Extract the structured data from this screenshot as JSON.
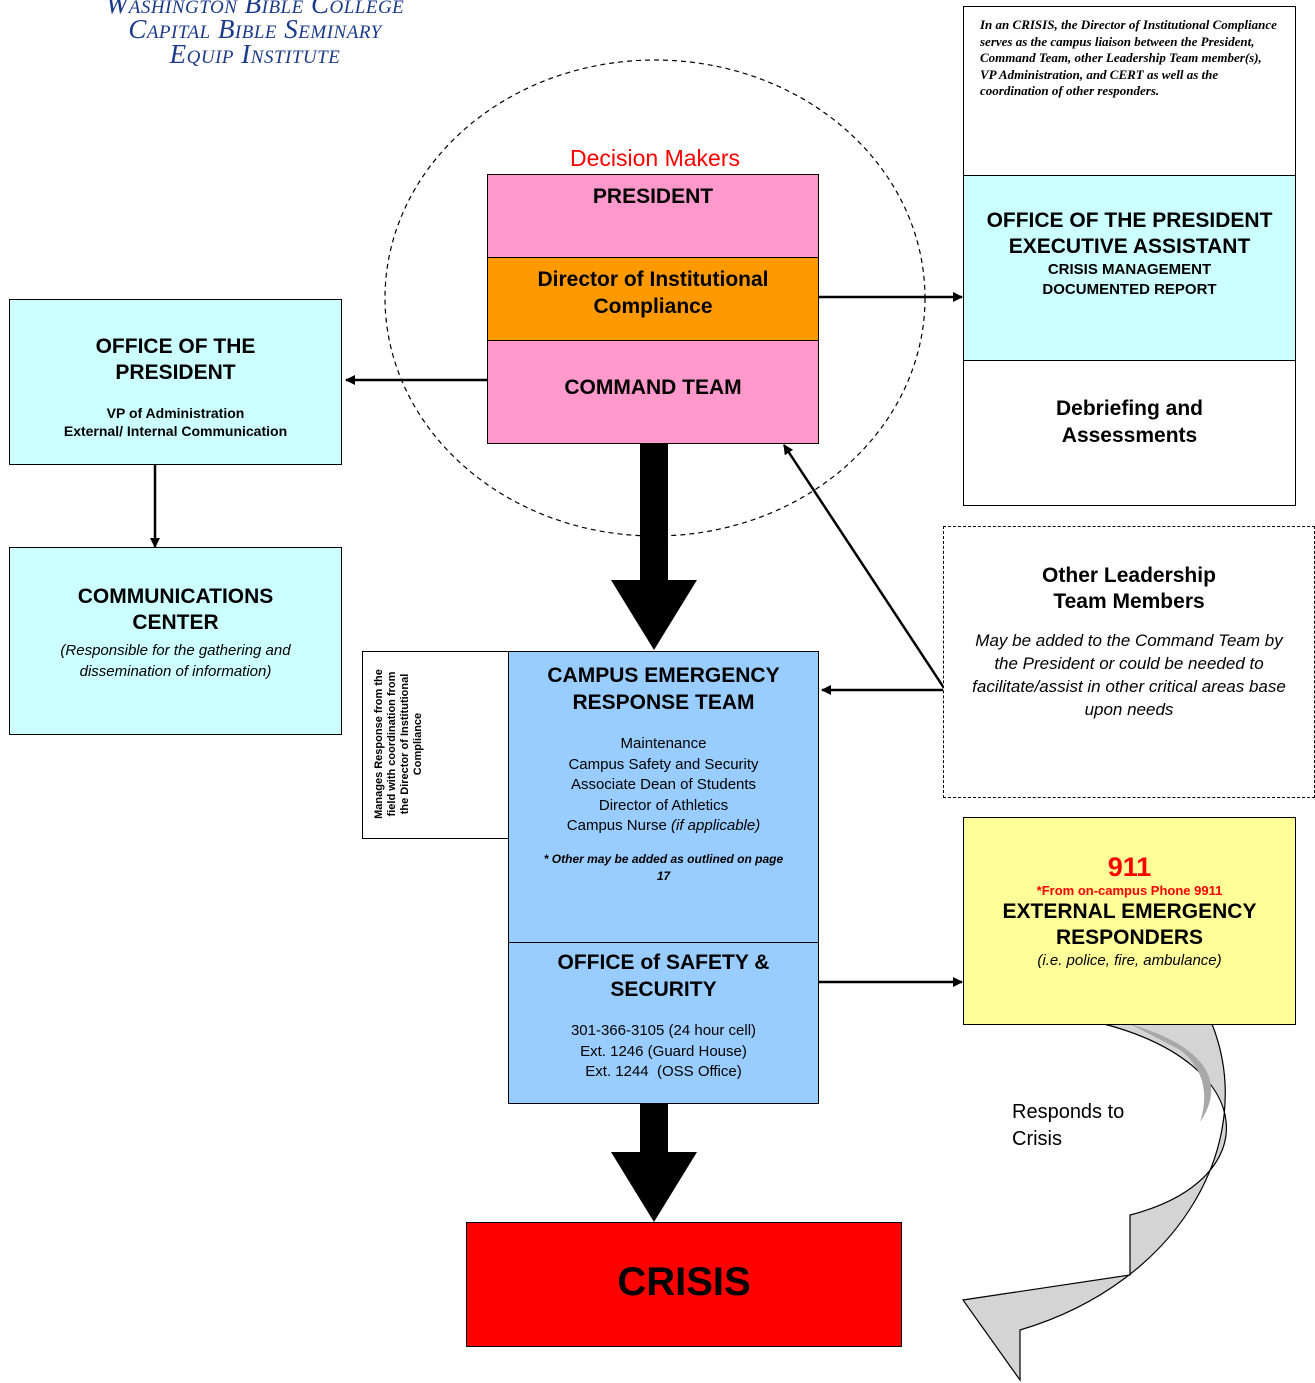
{
  "logo": {
    "line1": "Washington Bible College",
    "line2": "Capital Bible Seminary",
    "line3": "Equip Institute"
  },
  "decision_makers": {
    "label": "Decision Makers"
  },
  "president": {
    "label": "PRESIDENT"
  },
  "director": {
    "label": "Director of Institutional Compliance"
  },
  "command_team": {
    "label": "COMMAND TEAM"
  },
  "crisis_note": {
    "text": "In an CRISIS, the Director of Institutional Compliance serves as the campus liaison between the President, Command Team, other Leadership Team member(s), VP Administration, and CERT as well as the coordination of other responders."
  },
  "exec_assistant": {
    "title": "OFFICE OF THE PRESIDENT EXECUTIVE ASSISTANT",
    "subtitle": "CRISIS MANAGEMENT DOCUMENTED REPORT"
  },
  "debriefing": {
    "label": "Debriefing and Assessments"
  },
  "office_president": {
    "title": "OFFICE OF THE PRESIDENT",
    "line1": "VP of Administration",
    "line2": "External/ Internal Communication"
  },
  "comm_center": {
    "title": "COMMUNICATIONS CENTER",
    "desc": "(Responsible for the gathering and dissemination of information)"
  },
  "other_leadership": {
    "title": "Other Leadership Team Members",
    "desc": "May be added to the Command Team by the President or could be needed to facilitate/assist in other critical areas base upon needs"
  },
  "manages_note": {
    "text": "Manages Response from the field with coordination from the Director of Institutional Compliance"
  },
  "cert": {
    "title": "CAMPUS EMERGENCY RESPONSE TEAM",
    "members": [
      "Maintenance",
      "Campus Safety and Security",
      "Associate Dean of Students",
      "Director of Athletics"
    ],
    "nurse": "Campus Nurse",
    "nurse_note": "(if applicable)",
    "footnote": "* Other may be added as outlined on page 17"
  },
  "oss": {
    "title": "OFFICE of SAFETY & SECURITY",
    "phones": [
      "301-366-3105 (24 hour cell)",
      "Ext. 1246 (Guard House)",
      "Ext. 1244  (OSS Office)"
    ]
  },
  "external": {
    "number": "911",
    "phone_note": "*From on-campus Phone 9911",
    "title": "EXTERNAL EMERGENCY RESPONDERS",
    "examples": "(i.e. police, fire, ambulance)"
  },
  "responds": {
    "label": "Responds to Crisis"
  },
  "crisis": {
    "label": "CRISIS"
  },
  "colors": {
    "pink": "#ff99cc",
    "orange": "#ff9900",
    "cyan": "#ccffff",
    "blue": "#99ccff",
    "yellow": "#ffff99",
    "red": "#ff0000",
    "logo_blue": "#1b3a8a",
    "title_red": "#ff0000"
  }
}
